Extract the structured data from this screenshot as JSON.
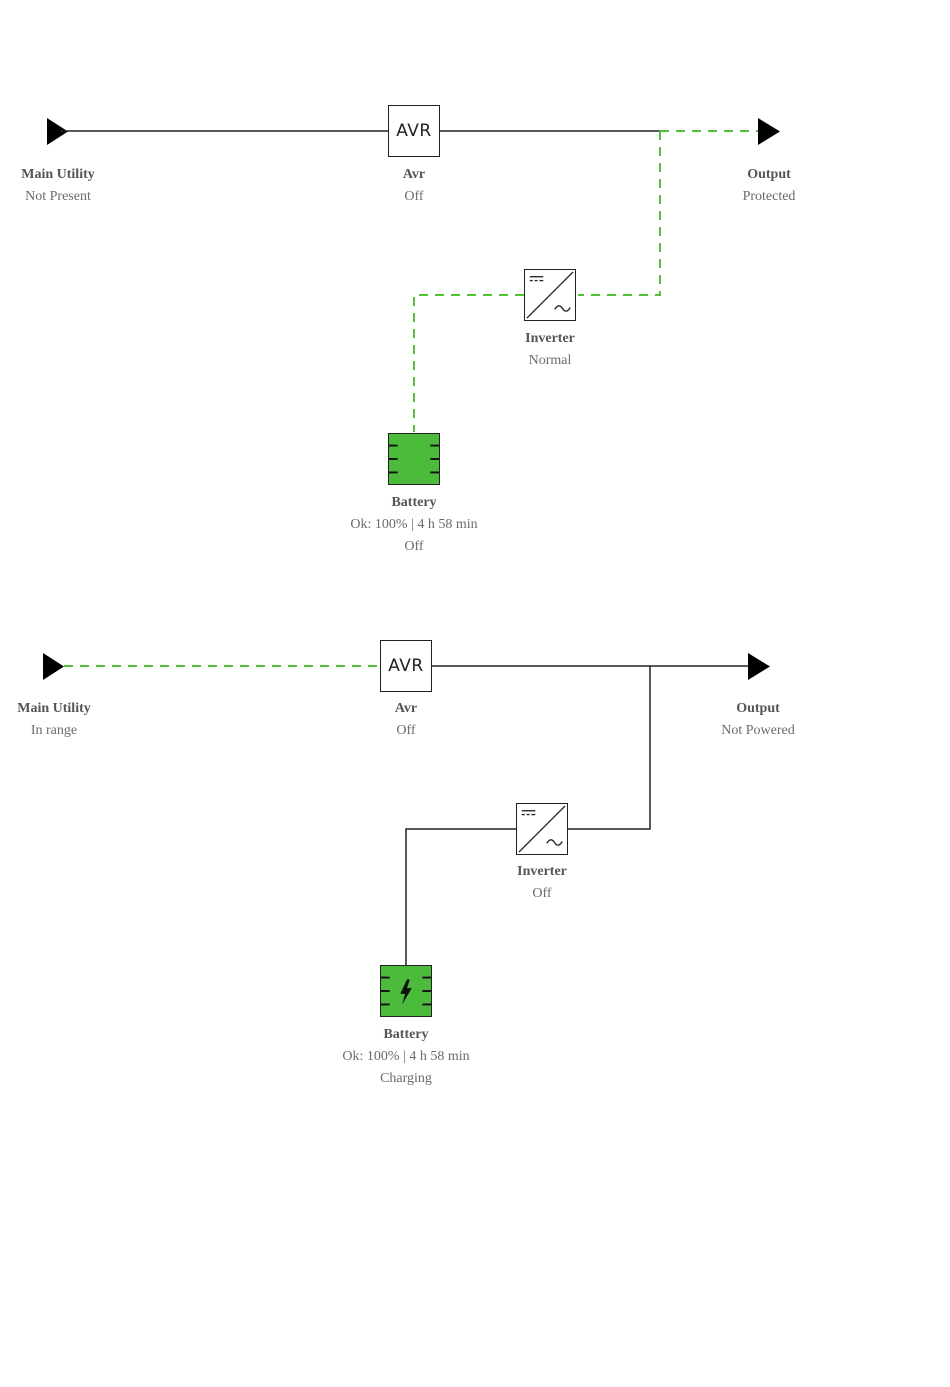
{
  "colors": {
    "active_path": "#55c03a",
    "battery_fill": "#4cbb3c",
    "wire": "#222222",
    "title_text": "#555555",
    "status_text": "#6b6b6b"
  },
  "diagrams": [
    {
      "main_utility": {
        "title": "Main Utility",
        "status": "Not Present"
      },
      "avr": {
        "glyph": "AVR",
        "title": "Avr",
        "status": "Off"
      },
      "output": {
        "title": "Output",
        "status": "Protected"
      },
      "inverter": {
        "title": "Inverter",
        "status": "Normal",
        "icon": "dc-ac-inverter-icon"
      },
      "battery": {
        "title": "Battery",
        "detail": "Ok: 100% | 4 h 58 min",
        "status": "Off",
        "icon": "battery-icon"
      }
    },
    {
      "main_utility": {
        "title": "Main Utility",
        "status": "In range"
      },
      "avr": {
        "glyph": "AVR",
        "title": "Avr",
        "status": "Off"
      },
      "output": {
        "title": "Output",
        "status": "Not Powered"
      },
      "inverter": {
        "title": "Inverter",
        "status": "Off",
        "icon": "dc-ac-inverter-icon"
      },
      "battery": {
        "title": "Battery",
        "detail": "Ok: 100% | 4 h 58 min",
        "status": "Charging",
        "icon": "battery-charging-icon"
      }
    }
  ]
}
